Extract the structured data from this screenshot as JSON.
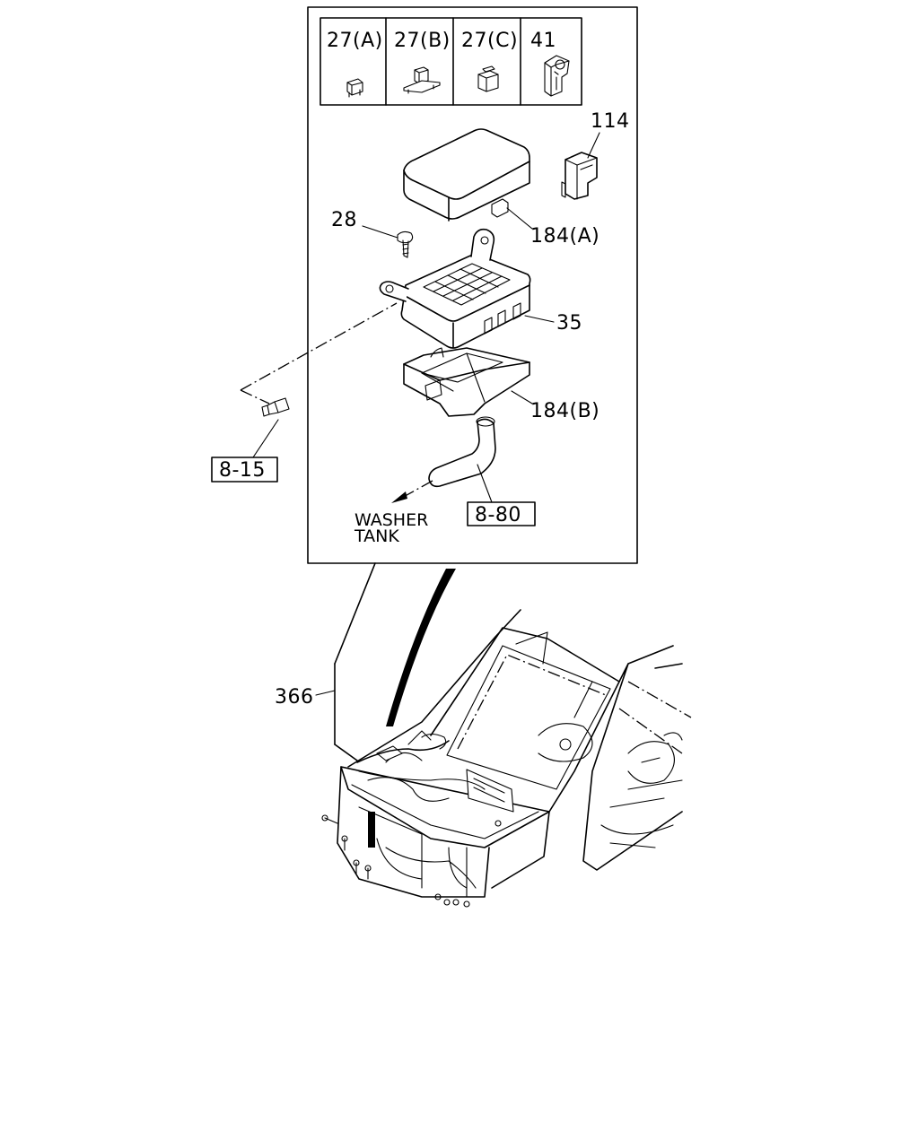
{
  "callouts": {
    "c27a": "27(A)",
    "c27b": "27(B)",
    "c27c": "27(C)",
    "c41": "41",
    "c114": "114",
    "c28": "28",
    "c184a": "184(A)",
    "c35": "35",
    "c184b": "184(B)",
    "c366": "366"
  },
  "refs": {
    "r815": "8-15",
    "r880": "8-80"
  },
  "notes": {
    "washer_line1": "WASHER",
    "washer_line2": "TANK"
  },
  "icons": [
    "fuse-mini-icon",
    "fuse-flat-icon",
    "fuse-block-icon",
    "relay-clip-icon",
    "connector-icon",
    "screw-icon",
    "bolt-icon",
    "arrow-icon"
  ]
}
